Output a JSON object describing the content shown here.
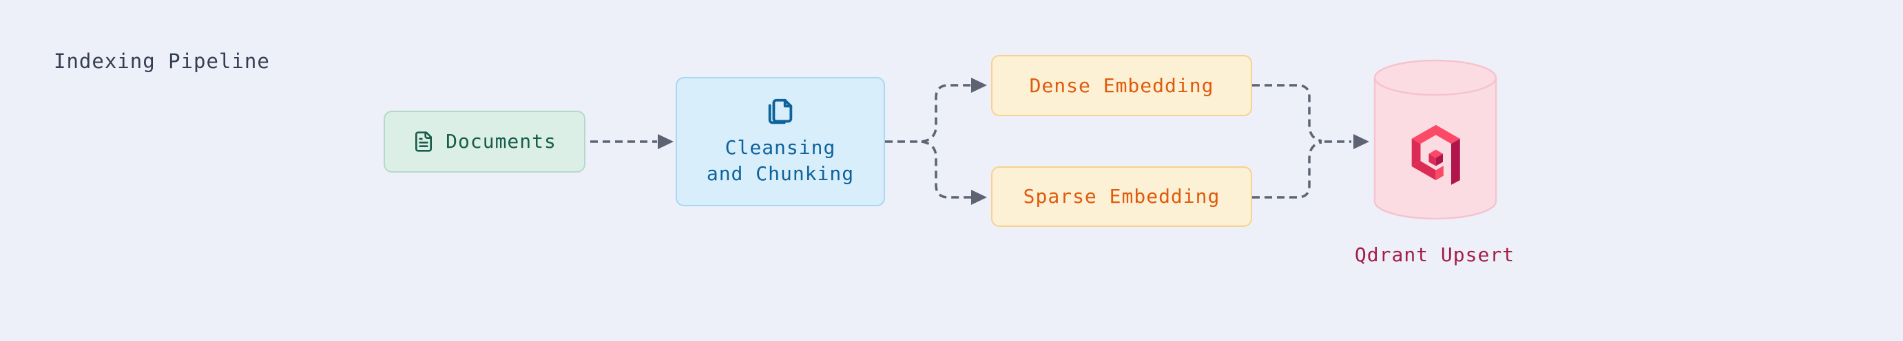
{
  "title": "Indexing Pipeline",
  "nodes": {
    "documents": {
      "label": "Documents",
      "icon": "file-text-icon"
    },
    "cleansing": {
      "label": "Cleansing\nand Chunking",
      "icon": "copy-icon"
    },
    "dense_embedding": {
      "label": "Dense Embedding"
    },
    "sparse_embedding": {
      "label": "Sparse Embedding"
    },
    "qdrant": {
      "label": "Qdrant Upsert",
      "icon": "qdrant-logo",
      "shape": "database-cylinder"
    }
  },
  "edges": [
    {
      "from": "documents",
      "to": "cleansing",
      "style": "dashed-arrow"
    },
    {
      "from": "cleansing",
      "to": "dense_embedding",
      "style": "dashed-arrow"
    },
    {
      "from": "cleansing",
      "to": "sparse_embedding",
      "style": "dashed-arrow"
    },
    {
      "from": "dense_embedding",
      "to": "qdrant",
      "style": "dashed-arrow"
    },
    {
      "from": "sparse_embedding",
      "to": "qdrant",
      "style": "dashed-arrow"
    }
  ],
  "colors": {
    "background": "#edf0f9",
    "title_text": "#363d52",
    "connector": "#5d6372",
    "documents_fill": "#dcefe7",
    "documents_border": "#b5d9c8",
    "documents_text": "#175d49",
    "cleansing_fill": "#d8eefb",
    "cleansing_border": "#a5d8f3",
    "cleansing_text": "#0e639c",
    "embedding_fill": "#fcf0d5",
    "embedding_border": "#f7d28e",
    "embedding_text": "#df5b0d",
    "qdrant_cylinder_fill": "#fbdce3",
    "qdrant_cylinder_border": "#f6c3cd",
    "qdrant_label_text": "#a41e49",
    "qdrant_logo_light": "#fb4a68",
    "qdrant_logo_mid": "#dc2c55",
    "qdrant_logo_dark": "#b0164b"
  }
}
